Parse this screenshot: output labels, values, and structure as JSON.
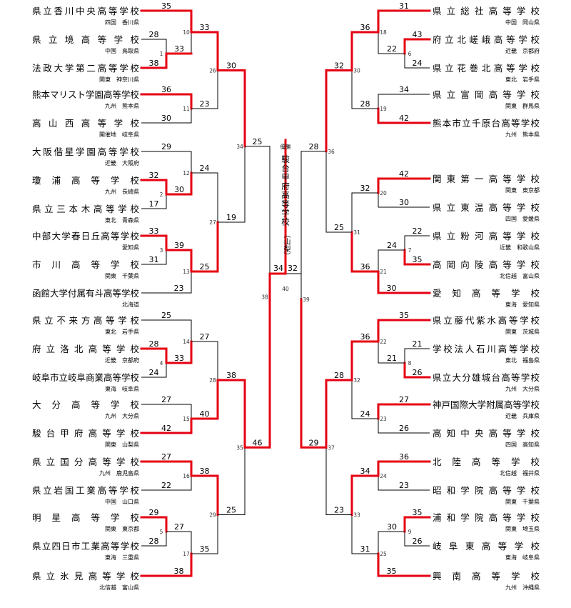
{
  "colors": {
    "winner_line": "#e60012",
    "line": "#000000",
    "background": "#ffffff"
  },
  "champion": {
    "label": "優勝",
    "name": "駿台甲府高等学校",
    "pref": "（山梨）"
  },
  "teams": {
    "left": [
      {
        "name": "県立香川中央高等学校",
        "region": "四国　香川県"
      },
      {
        "name": "県立境高等学校",
        "region": "中国　鳥取県"
      },
      {
        "name": "法政大学第二高等学校",
        "region": "関東　神奈川県"
      },
      {
        "name": "熊本マリスト学園高等学校",
        "region": "九州　熊本県"
      },
      {
        "name": "高山西高等学校",
        "region": "開催地　岐阜県"
      },
      {
        "name": "大阪偕星学園高等学校",
        "region": "近畿　大阪府"
      },
      {
        "name": "瓊浦高等学校",
        "region": "九州　長崎県"
      },
      {
        "name": "県立三本木高等学校",
        "region": "東北　青森県"
      },
      {
        "name": "中部大学春日丘高等学校",
        "region": "愛知県"
      },
      {
        "name": "市川高等学校",
        "region": "関東　千葉県"
      },
      {
        "name": "函館大学付属有斗高等学校",
        "region": "北海道"
      },
      {
        "name": "県立不来方高等学校",
        "region": "東北　岩手県"
      },
      {
        "name": "府立洛北高等学校",
        "region": "近畿　京都府"
      },
      {
        "name": "岐阜市立岐阜商業高等学校",
        "region": "東海　岐阜県"
      },
      {
        "name": "大分高等学校",
        "region": "九州　大分県"
      },
      {
        "name": "駿台甲府高等学校",
        "region": "関東　山梨県"
      },
      {
        "name": "県立国分高等学校",
        "region": "九州　鹿児島県"
      },
      {
        "name": "県立岩国工業高等学校",
        "region": "中国　山口県"
      },
      {
        "name": "明星高等学校",
        "region": "関東　東京都"
      },
      {
        "name": "県立四日市工業高等学校",
        "region": "東海　三重県"
      },
      {
        "name": "県立氷見高等学校",
        "region": "北信越　富山県"
      }
    ],
    "right": [
      {
        "name": "県立総社高等学校",
        "region": "中国　岡山県"
      },
      {
        "name": "府立北嵯峨高等学校",
        "region": "近畿　京都府"
      },
      {
        "name": "県立花巻北高等学校",
        "region": "東北　岩手県"
      },
      {
        "name": "県立富岡高等学校",
        "region": "関東　群馬県"
      },
      {
        "name": "熊本市立千原台高等学校",
        "region": "九州　熊本県"
      },
      {
        "name": "関東第一高等学校",
        "region": "関東　東京都"
      },
      {
        "name": "県立東温高等学校",
        "region": "四国　愛媛県"
      },
      {
        "name": "県立粉河高等学校",
        "region": "近畿　和歌山県"
      },
      {
        "name": "高岡向陵高等学校",
        "region": "北信越　富山県"
      },
      {
        "name": "愛知高等学校",
        "region": "東海　愛知県"
      },
      {
        "name": "県立藤代紫水高等学校",
        "region": "関東　茨城県"
      },
      {
        "name": "学校法人石川高等学校",
        "region": "東北　福島県"
      },
      {
        "name": "県立大分雄城台高等学校",
        "region": "九州　大分県"
      },
      {
        "name": "神戸国際大学附属高等学校",
        "region": "近畿　兵庫県"
      },
      {
        "name": "高知中央高等学校",
        "region": "四国　高知県"
      },
      {
        "name": "北陸高等学校",
        "region": "北信越　福井県"
      },
      {
        "name": "昭和学院高等学校",
        "region": "関東　千葉県"
      },
      {
        "name": "浦和学院高等学校",
        "region": "関東　埼玉県"
      },
      {
        "name": "岐阜東高等学校",
        "region": "東海　岐阜県"
      },
      {
        "name": "興南高等学校",
        "region": "九州　沖縄県"
      }
    ]
  },
  "matches": {
    "L1": {
      "num": "1",
      "scores": [
        "28",
        "38"
      ]
    },
    "L10": {
      "num": "10",
      "scores": [
        "35",
        "33"
      ]
    },
    "L11": {
      "num": "11",
      "scores": [
        "36",
        "30"
      ]
    },
    "L26": {
      "num": "26",
      "scores": [
        "33",
        "23"
      ]
    },
    "L2": {
      "num": "2",
      "scores": [
        "32",
        "17"
      ]
    },
    "L12": {
      "num": "12",
      "scores": [
        "29",
        "30"
      ]
    },
    "L3": {
      "num": "3",
      "scores": [
        "33",
        "31"
      ]
    },
    "L13": {
      "num": "13",
      "scores": [
        "39",
        "23"
      ]
    },
    "L27": {
      "num": "27",
      "scores": [
        "24",
        "25"
      ]
    },
    "L34": {
      "num": "34",
      "scores": [
        "30",
        "19"
      ]
    },
    "L4": {
      "num": "4",
      "scores": [
        "28",
        "24"
      ]
    },
    "L14": {
      "num": "14",
      "scores": [
        "25",
        "33"
      ]
    },
    "L15": {
      "num": "15",
      "scores": [
        "27",
        "42"
      ]
    },
    "L28": {
      "num": "28",
      "scores": [
        "27",
        "40"
      ]
    },
    "L16": {
      "num": "16",
      "scores": [
        "27",
        "22"
      ]
    },
    "L5": {
      "num": "5",
      "scores": [
        "29",
        "28"
      ]
    },
    "L17": {
      "num": "17",
      "scores": [
        "27",
        "38"
      ]
    },
    "L29": {
      "num": "29",
      "scores": [
        "38",
        "35"
      ]
    },
    "L35": {
      "num": "35",
      "scores": [
        "38",
        "25"
      ]
    },
    "L38": {
      "num": "38",
      "scores": [
        "25",
        "46"
      ]
    },
    "R6": {
      "num": "6",
      "scores": [
        "43",
        "24"
      ]
    },
    "R18": {
      "num": "18",
      "scores": [
        "31",
        "22"
      ]
    },
    "R19": {
      "num": "19",
      "scores": [
        "34",
        "42"
      ]
    },
    "R30": {
      "num": "30",
      "scores": [
        "36",
        "28"
      ]
    },
    "R20": {
      "num": "20",
      "scores": [
        "42",
        "30"
      ]
    },
    "R7": {
      "num": "7",
      "scores": [
        "22",
        "35"
      ]
    },
    "R21": {
      "num": "21",
      "scores": [
        "24",
        "30"
      ]
    },
    "R31": {
      "num": "31",
      "scores": [
        "32",
        "36"
      ]
    },
    "R36": {
      "num": "36",
      "scores": [
        "32",
        "25"
      ]
    },
    "R8": {
      "num": "8",
      "scores": [
        "21",
        "26"
      ]
    },
    "R22": {
      "num": "22",
      "scores": [
        "35",
        "21"
      ]
    },
    "R23": {
      "num": "23",
      "scores": [
        "27",
        "26"
      ]
    },
    "R32": {
      "num": "32",
      "scores": [
        "36",
        "24"
      ]
    },
    "R24": {
      "num": "24",
      "scores": [
        "36",
        "23"
      ]
    },
    "R9": {
      "num": "9",
      "scores": [
        "35",
        "26"
      ]
    },
    "R25": {
      "num": "25",
      "scores": [
        "30",
        "35"
      ]
    },
    "R33": {
      "num": "33",
      "scores": [
        "34",
        "31"
      ]
    },
    "R37": {
      "num": "37",
      "scores": [
        "28",
        "23"
      ]
    },
    "R39": {
      "num": "39",
      "scores": [
        "28",
        "29"
      ]
    },
    "F40": {
      "num": "40",
      "scores": [
        "34",
        "32"
      ]
    }
  }
}
